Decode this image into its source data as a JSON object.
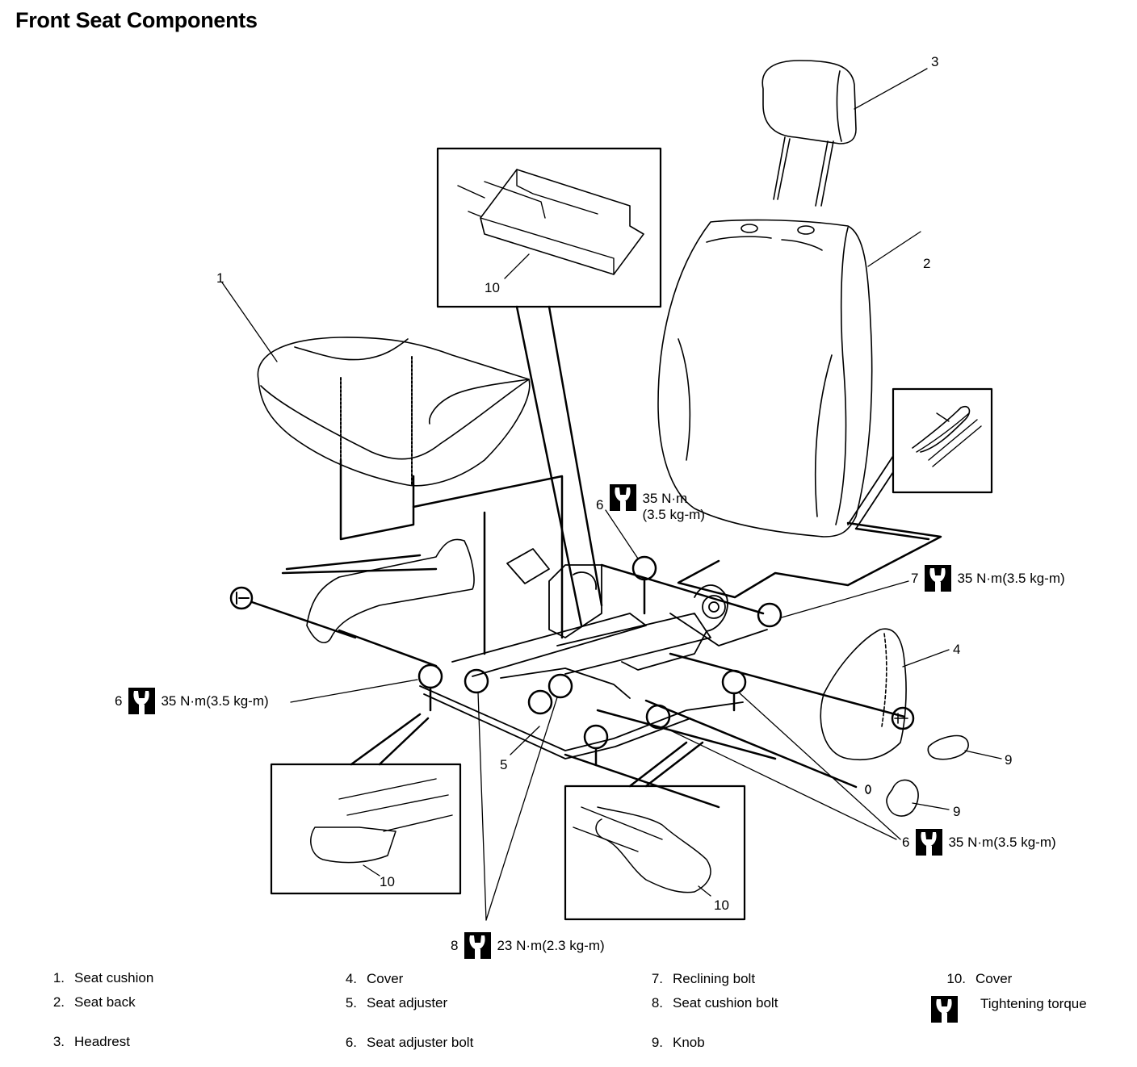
{
  "title": "Front Seat Components",
  "part_labels": {
    "p1": "1",
    "p2": "2",
    "p3": "3",
    "p4": "4",
    "p5": "5",
    "p9a": "9",
    "p9b": "9",
    "p10_top": "10",
    "p10_left": "10",
    "p10_mid": "10"
  },
  "torque_callouts": [
    {
      "part": "6",
      "value": "35 N·m",
      "value2": "(3.5 kg-m)"
    },
    {
      "part": "7",
      "value": "35 N·m(3.5 kg-m)"
    },
    {
      "part": "6",
      "value": "35 N·m(3.5 kg-m)"
    },
    {
      "part": "6",
      "value": "35 N·m(3.5 kg-m)"
    },
    {
      "part": "8",
      "value": "23 N·m(2.3 kg-m)"
    }
  ],
  "legend": [
    {
      "num": "1.",
      "label": "Seat cushion"
    },
    {
      "num": "2.",
      "label": "Seat back"
    },
    {
      "num": "3.",
      "label": "Headrest"
    },
    {
      "num": "4.",
      "label": "Cover"
    },
    {
      "num": "5.",
      "label": "Seat adjuster"
    },
    {
      "num": "6.",
      "label": "Seat adjuster bolt"
    },
    {
      "num": "7.",
      "label": "Reclining bolt"
    },
    {
      "num": "8.",
      "label": "Seat cushion bolt"
    },
    {
      "num": "9.",
      "label": "Knob"
    },
    {
      "num": "10.",
      "label": "Cover"
    }
  ],
  "legend_torque": {
    "icon": "wrench-icon",
    "label": "Tightening torque"
  }
}
